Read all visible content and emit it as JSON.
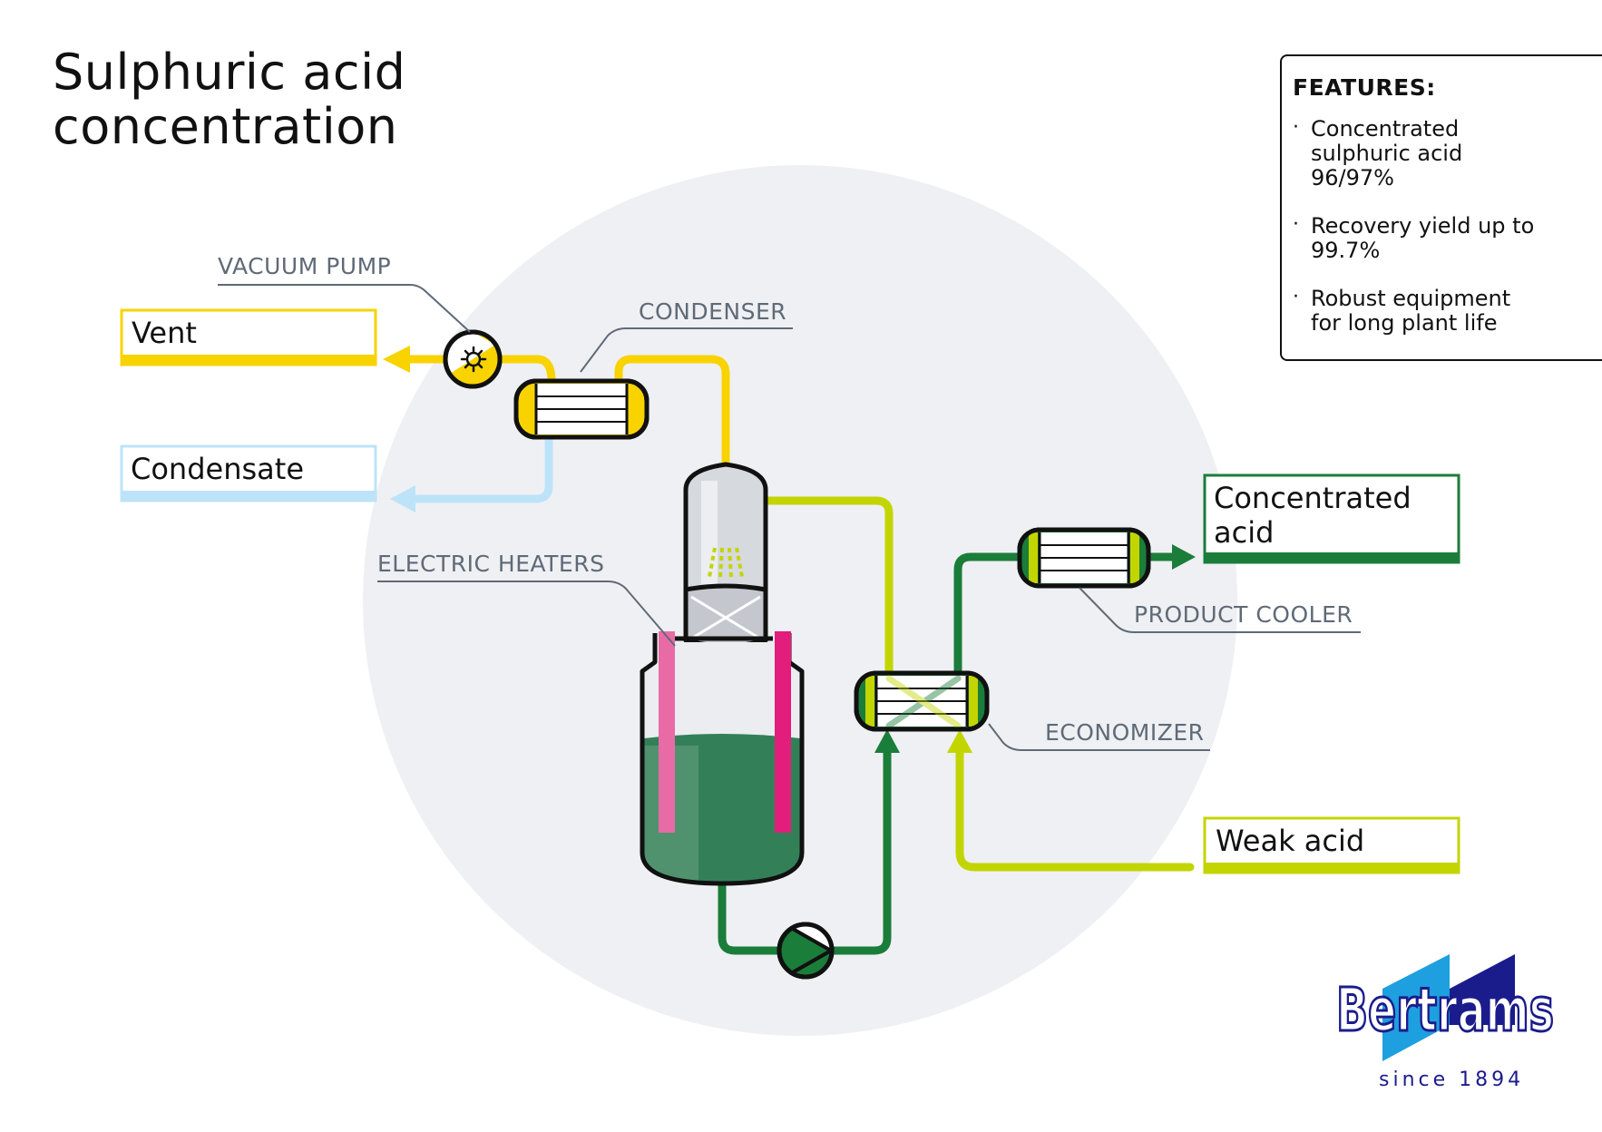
{
  "title": {
    "line1": "Sulphuric acid",
    "line2": "concentration"
  },
  "features": {
    "heading": "FEATURES:",
    "items": [
      "Concentrated sulphuric acid 96/97%",
      "Recovery yield up to 99.7%",
      "Robust equipment for long plant life"
    ]
  },
  "streams": {
    "vent": "Vent",
    "condensate": "Condensate",
    "concentrated_acid_line1": "Concentrated",
    "concentrated_acid_line2": "acid",
    "weak_acid": "Weak acid"
  },
  "equipment_labels": {
    "vacuum_pump": "VACUUM PUMP",
    "condenser": "CONDENSER",
    "electric_heaters": "ELECTRIC HEATERS",
    "product_cooler": "PRODUCT COOLER",
    "economizer": "ECONOMIZER"
  },
  "logo": {
    "wordmark": "Bertrams",
    "tagline": "since 1894"
  },
  "colors": {
    "vent": "#f8d300",
    "condensate": "#bde3f9",
    "concentrated_acid": "#1b7d3a",
    "weak_acid": "#c2d500",
    "heater": "#e21d7c",
    "liquid": "#338058",
    "logo_blue": "#1b1c8c",
    "logo_cyan": "#1d9fe0",
    "background_circle": "#eff0f3",
    "label_gray": "#5f6a78"
  },
  "icons": {
    "vacuum_pump": "vacuum-pump-icon",
    "circulation_pump": "circulation-pump-icon"
  }
}
